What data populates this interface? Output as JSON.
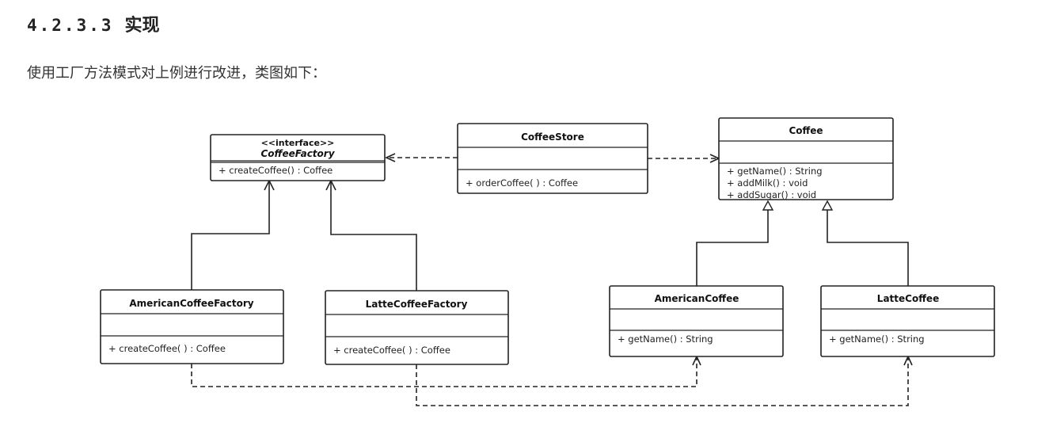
{
  "section": {
    "number": "4.2.3.3",
    "title": "实现"
  },
  "intro": "使用工厂方法模式对上例进行改进，类图如下：",
  "diagram": {
    "classes": {
      "coffee_factory": {
        "stereotype": "<<interface>>",
        "name": "CoffeeFactory",
        "methods": [
          "+ createCoffee() : Coffee"
        ]
      },
      "coffee_store": {
        "name": "CoffeeStore",
        "methods": [
          "+ orderCoffee( ) : Coffee"
        ]
      },
      "coffee": {
        "name": "Coffee",
        "methods": [
          "+ getName() : String",
          "+ addMilk() : void",
          "+ addSugar() : void"
        ]
      },
      "american_coffee_factory": {
        "name": "AmericanCoffeeFactory",
        "methods": [
          "+ createCoffee( ) : Coffee"
        ]
      },
      "latte_coffee_factory": {
        "name": "LatteCoffeeFactory",
        "methods": [
          "+ createCoffee( ) : Coffee"
        ]
      },
      "american_coffee": {
        "name": "AmericanCoffee",
        "methods": [
          "+ getName() : String"
        ]
      },
      "latte_coffee": {
        "name": "LatteCoffee",
        "methods": [
          "+ getName() : String"
        ]
      }
    },
    "relations": [
      {
        "type": "dependency",
        "from": "CoffeeStore",
        "to": "CoffeeFactory"
      },
      {
        "type": "dependency",
        "from": "CoffeeStore",
        "to": "Coffee"
      },
      {
        "type": "realization",
        "from": "AmericanCoffeeFactory",
        "to": "CoffeeFactory"
      },
      {
        "type": "realization",
        "from": "LatteCoffeeFactory",
        "to": "CoffeeFactory"
      },
      {
        "type": "generalization",
        "from": "AmericanCoffee",
        "to": "Coffee"
      },
      {
        "type": "generalization",
        "from": "LatteCoffee",
        "to": "Coffee"
      },
      {
        "type": "dependency",
        "from": "AmericanCoffeeFactory",
        "to": "AmericanCoffee"
      },
      {
        "type": "dependency",
        "from": "LatteCoffeeFactory",
        "to": "LatteCoffee"
      }
    ]
  }
}
